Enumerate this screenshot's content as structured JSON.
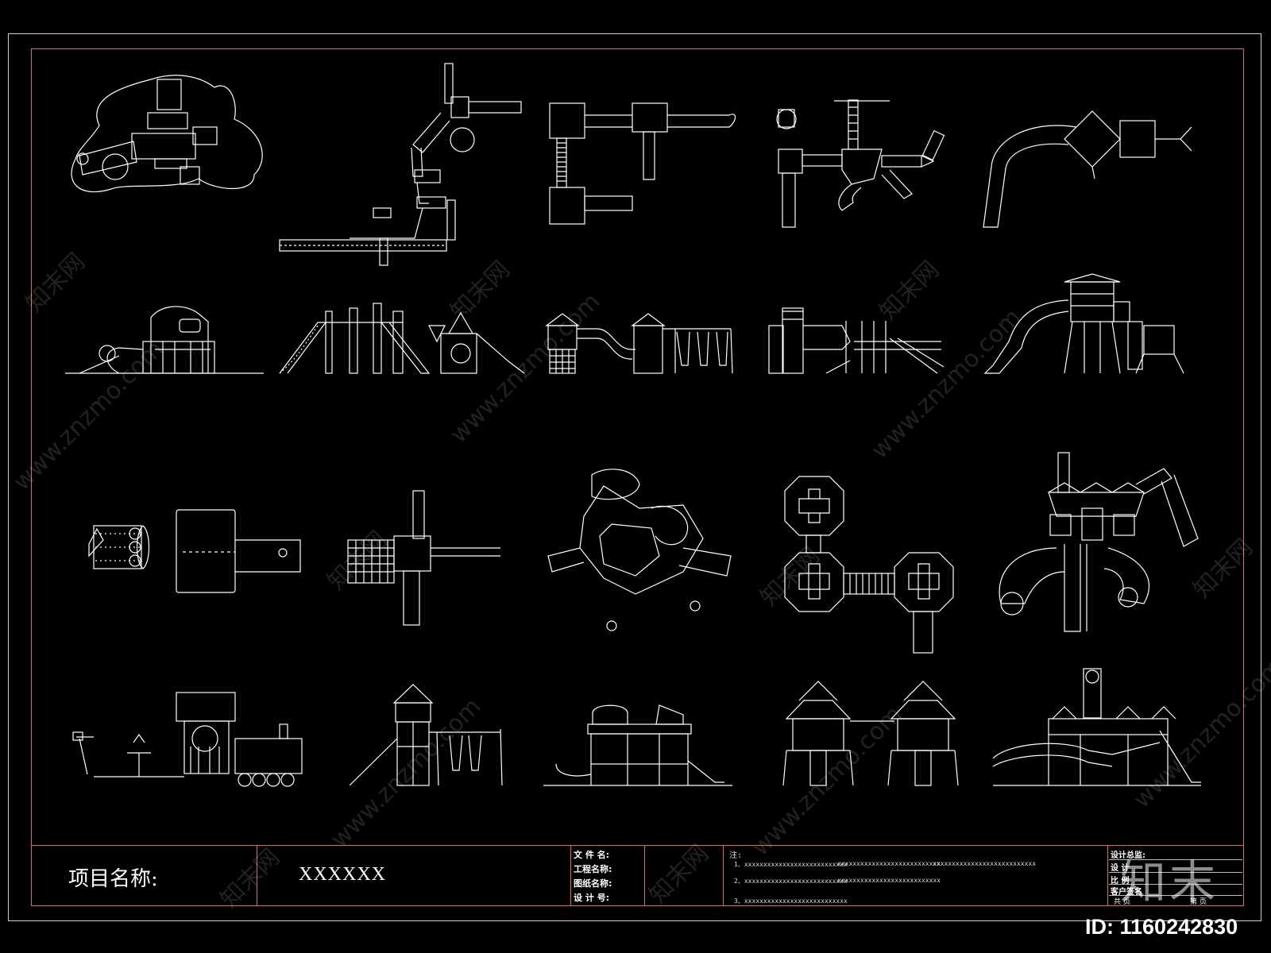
{
  "titleblock": {
    "project_label": "项目名称:",
    "project_value": "XXXXXX",
    "fields": [
      "文 件 名:",
      "工程名称:",
      "图纸名称:",
      "设 计 号:"
    ],
    "notes_label": "注:",
    "notes": [
      "1、xxxxxxxxxxxxxxxxxxxxxxxxxxx",
      "xxxxxxxxxxxxxxxxxxxxxxxxxxx",
      "xxxxxxxxxxxxxxxxxxxxxxxxxxx",
      "2、xxxxxxxxxxxxxxxxxxxxxxxxxxx",
      "xxxxxxxxxxxxxxxxxxxxxxxxxxx",
      "3、xxxxxxxxxxxxxxxxxxxxxxxxxxx"
    ],
    "right_rows": [
      "设计总监:",
      "设      计",
      "比      例",
      "客户签名"
    ],
    "footer_total": "共      页",
    "footer_page": "第      页"
  },
  "watermark": {
    "site": "www.znzmo.com",
    "brand": "知末网",
    "logo": "知末",
    "id_text": "ID: 1160242830"
  },
  "colors": {
    "background": "#000000",
    "frame": "#e06a5a",
    "line": "#ffffff"
  }
}
